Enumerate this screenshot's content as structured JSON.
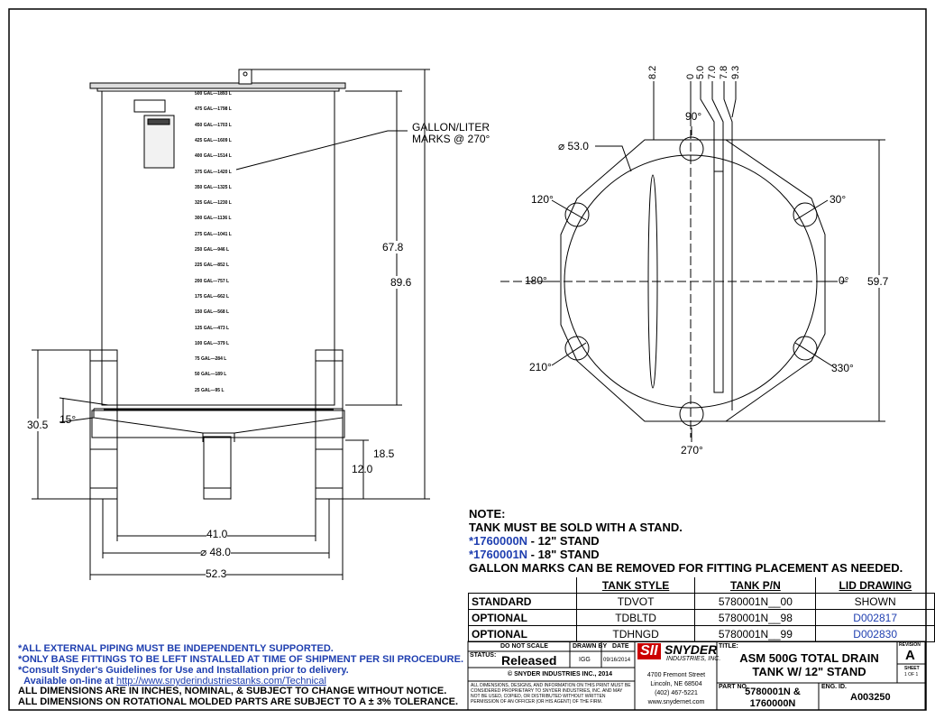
{
  "front_view": {
    "scale_marks": [
      "500 GAL—1893 L",
      "475 GAL—1798 L",
      "450 GAL—1703 L",
      "425 GAL—1609 L",
      "400 GAL—1514 L",
      "375 GAL—1420 L",
      "350 GAL—1325 L",
      "325 GAL—1230 L",
      "300 GAL—1136 L",
      "275 GAL—1041 L",
      "250 GAL—946 L",
      "225 GAL—852 L",
      "200 GAL—757 L",
      "175 GAL—662 L",
      "150 GAL—568 L",
      "125 GAL—473 L",
      "100 GAL—379 L",
      "75 GAL—284 L",
      "50 GAL—189 L",
      "25 GAL—95 L"
    ],
    "callout": [
      "GALLON/LITER",
      "MARKS @ 270°"
    ],
    "dims": {
      "h1": "67.8",
      "h2": "89.6",
      "h3": "30.5",
      "angle": "15°",
      "h4": "18.5",
      "h5": "12.0",
      "w1": "41.0",
      "w2": "⌀ 48.0",
      "w3": "52.3"
    }
  },
  "top_view": {
    "dia": "⌀ 53.0",
    "angles": [
      "90°",
      "120°",
      "30°",
      "180°",
      "0°",
      "210°",
      "330°",
      "270°"
    ],
    "radials": [
      "8.2",
      "0",
      "5.0",
      "7.0",
      "7.8",
      "9.3"
    ],
    "width": "59.7"
  },
  "note": {
    "title": "NOTE:",
    "line1": "TANK MUST BE SOLD WITH A STAND.",
    "opt1_pn": "*1760000N",
    "opt1_desc": " - 12\" STAND",
    "opt2_pn": "*1760001N",
    "opt2_desc": " - 18\" STAND",
    "line4": "GALLON MARKS CAN BE REMOVED FOR FITTING PLACEMENT AS NEEDED."
  },
  "table": {
    "headers": [
      "TANK STYLE",
      "TANK P/N",
      "LID DRAWING"
    ],
    "rows": [
      {
        "label": "STANDARD",
        "style": "TDVOT",
        "pn": "5780001N__00",
        "lid": "SHOWN"
      },
      {
        "label": "OPTIONAL",
        "style": "TDBLTD",
        "pn": "5780001N__98",
        "lid": "D002817"
      },
      {
        "label": "OPTIONAL",
        "style": "TDHNGD",
        "pn": "5780001N__99",
        "lid": "D002830"
      }
    ]
  },
  "left_notes": {
    "b1": "*ALL EXTERNAL PIPING MUST BE INDEPENDENTLY SUPPORTED.",
    "b2": "*ONLY BASE FITTINGS TO BE LEFT INSTALLED AT TIME OF SHIPMENT PER SII PROCEDURE.",
    "b3": "*Consult Snyder's Guidelines for Use and Installation prior to delivery.",
    "b4": "Available on-line at ",
    "url": "http://www.snyderindustriestanks.com/Technical",
    "k1": "ALL DIMENSIONS ARE IN INCHES, NOMINAL, & SUBJECT TO CHANGE WITHOUT NOTICE.",
    "k2": "ALL DIMENSIONS ON ROTATIONAL MOLDED PARTS ARE SUBJECT TO A ± 3% TOLERANCE."
  },
  "title_block": {
    "do_not_scale": "DO NOT SCALE",
    "drawn_by_h": "DRAWN BY",
    "date_h": "DATE",
    "status_h": "STATUS:",
    "status": "Released",
    "drawn_by": "IGG",
    "date": "09/16/2014",
    "copyright": "© SNYDER INDUSTRIES INC., 2014",
    "legal": "ALL DIMENSIONS, DESIGNS, AND INFORMATION ON THIS PRINT MUST BE CONSIDERED PROPRIETARY TO SNYDER INDUSTRIES, INC. AND MAY NOT BE USED, COPIED, OR DISTRIBUTED WITHOUT WRITTEN PERMISSION OF AN OFFICER (OR HIS AGENT) OF THE FIRM.",
    "logo_mark": "SII",
    "logo_name": "SNYDER",
    "logo_sub": "INDUSTRIES, INC.",
    "addr1": "4700 Fremont Street",
    "addr2": "Lincoln, NE 68504",
    "addr3": "(402) 467-5221",
    "addr4": "www.snydernet.com",
    "title_h": "TITLE:",
    "title1": "ASM 500G TOTAL DRAIN",
    "title2": "TANK W/ 12\" STAND",
    "rev_h": "REVISION",
    "rev": "A",
    "sheet_h": "SHEET",
    "sheet": "1 OF 1",
    "part_h": "PART NO.",
    "part1": "5780001N &",
    "part2": "1760000N",
    "eng_h": "ENG. ID.",
    "eng": "A003250"
  }
}
